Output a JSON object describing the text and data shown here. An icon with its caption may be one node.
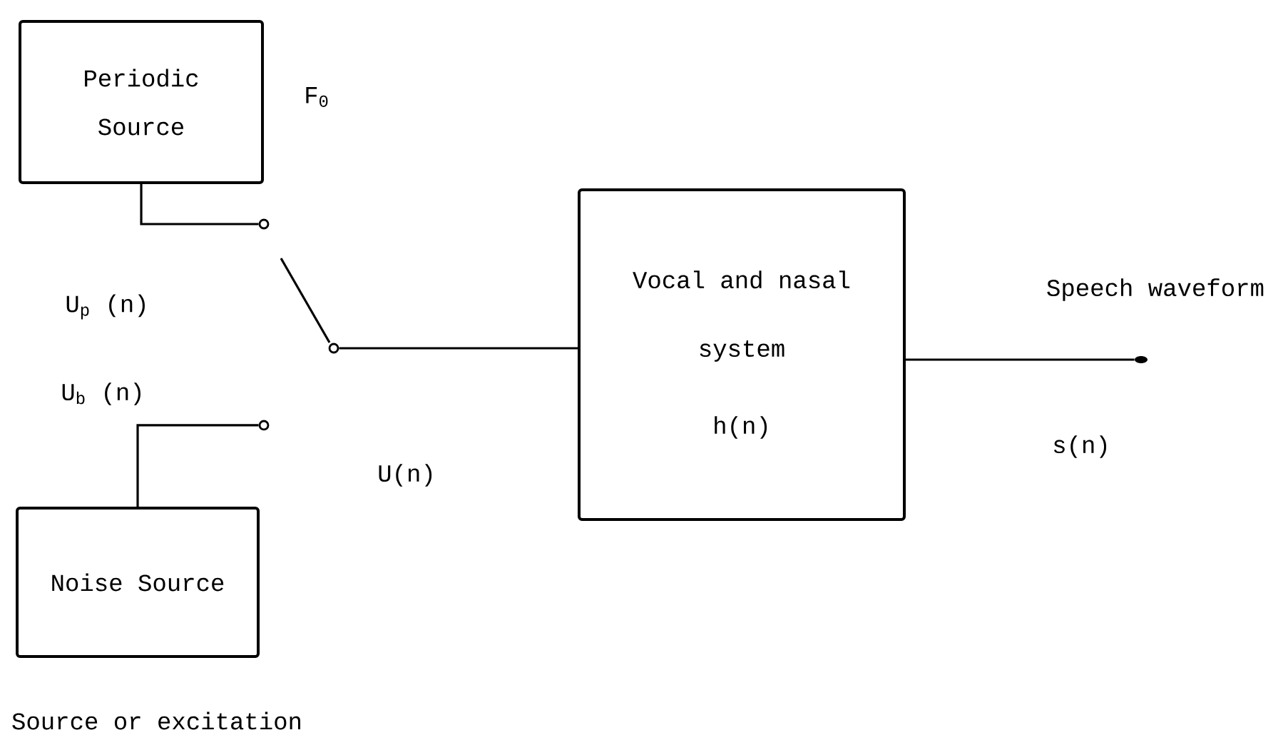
{
  "diagram": {
    "nodes": [
      {
        "text": [
          "Periodic Source"
        ]
      },
      {
        "text": [
          "Noise Source"
        ]
      },
      {
        "text": [
          "Vocal and nasal system",
          "h(n)"
        ]
      },
      {
        "text": [],
        "shape": "circle"
      },
      {
        "text": [],
        "shape": "circle"
      },
      {
        "text": [],
        "shape": "circle"
      },
      {
        "text": [],
        "shape": "dot"
      }
    ],
    "edges": [
      {
        "from": 0,
        "to": 3,
        "arrow": "none"
      },
      {
        "from": 1,
        "to": 4,
        "arrow": "none"
      },
      {
        "from": 5,
        "to": 2,
        "arrow": "none"
      },
      {
        "from": 2,
        "to": 6,
        "arrow": "none"
      }
    ],
    "labels": [
      "F$_{0}$",
      "U$_{p}$ (n)",
      "U$_{b}$ (n)",
      "U(n)",
      "Speech waveform",
      "s(n)",
      "Source or excitation"
    ]
  }
}
